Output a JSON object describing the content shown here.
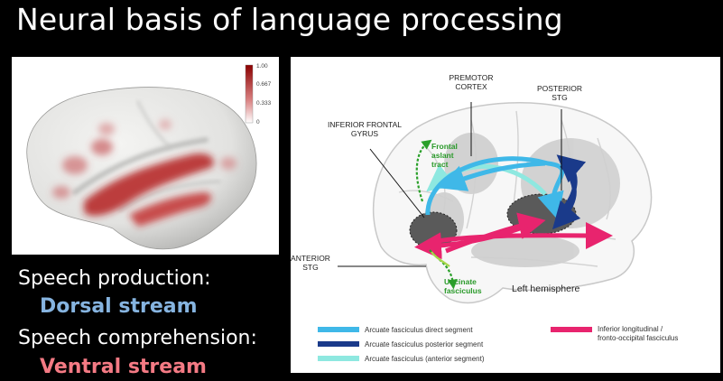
{
  "title": "Neural basis of language processing",
  "colorbar": {
    "ticks": [
      "1.00",
      "0.667",
      "0.333",
      "0"
    ]
  },
  "brain_labels": {
    "premotor": [
      "PREMOTOR",
      "CORTEX"
    ],
    "posterior_stg": [
      "POSTERIOR",
      "STG"
    ],
    "inferior_frontal": [
      "INFERIOR FRONTAL",
      "GYRUS"
    ],
    "frontal_aslant": [
      "Frontal",
      "aslant",
      "tract"
    ],
    "anterior_stg": [
      "ANTERIOR",
      "STG"
    ],
    "uncinate": [
      "Uncinate",
      "fasciculus"
    ],
    "hemisphere": "Left hemisphere"
  },
  "legend": [
    {
      "label": "Arcuate fasciculus direct segment",
      "color": "#3fb8e8"
    },
    {
      "label": "Arcuate fasciculus posterior segment",
      "color": "#1a3a8a"
    },
    {
      "label": "Arcuate fasciculus (anterior segment)",
      "color": "#8ee8e0"
    },
    {
      "label_lines": [
        "Inferior longitudinal /",
        "fronto-occipital fasciculus"
      ],
      "color": "#e8246e"
    }
  ],
  "captions": {
    "production": "Speech production:",
    "dorsal": "Dorsal stream",
    "comprehension": "Speech comprehension:",
    "ventral": "Ventral stream"
  },
  "colors": {
    "dorsal": "#86b4e0",
    "ventral": "#f47a84"
  }
}
